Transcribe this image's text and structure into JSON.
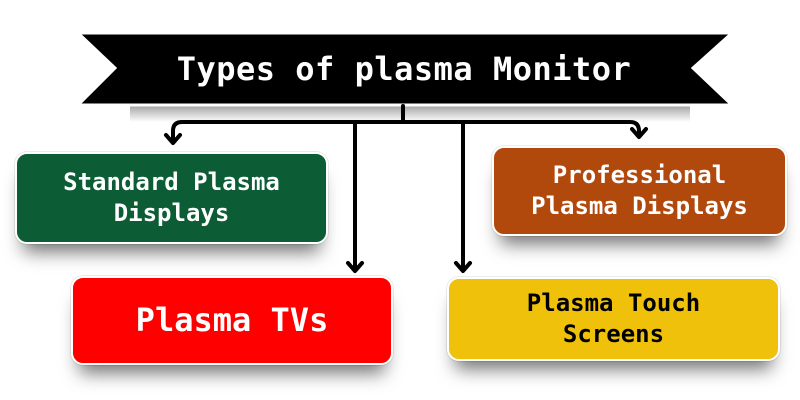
{
  "title": "Types of plasma Monitor",
  "colors": {
    "banner": "#000000",
    "connector": "#000000",
    "standard": "#0c5c36",
    "professional": "#b1490d",
    "tvs": "#ff0000",
    "touch": "#f0c10a"
  },
  "nodes": [
    {
      "id": "standard",
      "label": "Standard Plasma\nDisplays",
      "text_color": "#ffffff"
    },
    {
      "id": "professional",
      "label": "Professional\nPlasma Displays",
      "text_color": "#ffffff"
    },
    {
      "id": "tvs",
      "label": "Plasma TVs",
      "text_color": "#ffffff"
    },
    {
      "id": "touch",
      "label": "Plasma Touch\nScreens",
      "text_color": "#000000"
    }
  ],
  "edges": [
    {
      "from": "title",
      "to": "standard"
    },
    {
      "from": "title",
      "to": "tvs"
    },
    {
      "from": "title",
      "to": "touch"
    },
    {
      "from": "title",
      "to": "professional"
    }
  ]
}
